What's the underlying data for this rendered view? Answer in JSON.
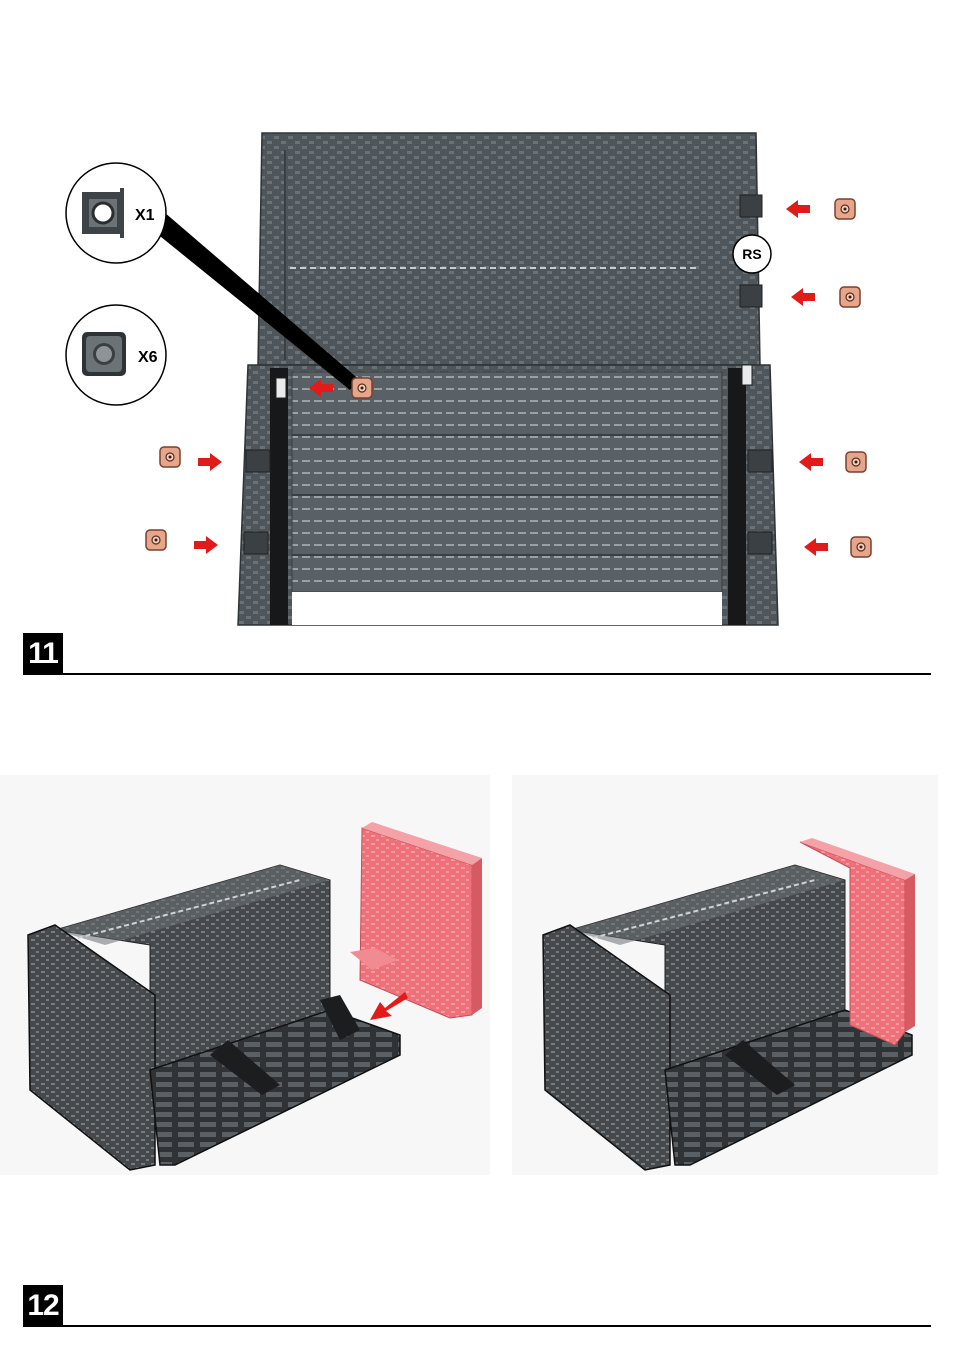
{
  "steps": [
    {
      "number": "11",
      "parts": [
        {
          "quantity": "X1"
        },
        {
          "quantity": "X6"
        }
      ],
      "marker": "RS"
    },
    {
      "number": "12"
    }
  ],
  "colors": {
    "arrow": "#e11a1a",
    "panel": "#4b5156",
    "highlight": "#ef6b73",
    "clip": "#e9a58a"
  },
  "icons": [
    "clip-with-tabs-icon",
    "square-clip-icon",
    "red-arrow-icon"
  ]
}
